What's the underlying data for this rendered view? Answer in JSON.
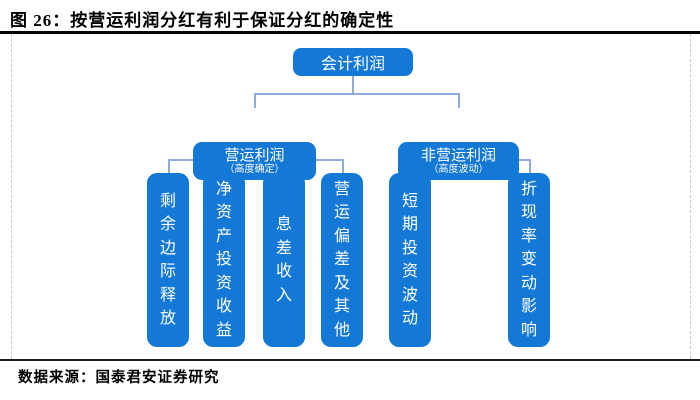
{
  "figure": {
    "title": "图 26：按营运利润分红有利于保证分红的确定性",
    "source": "数据来源：国泰君安证券研究"
  },
  "colors": {
    "node_fill": "#1378d6",
    "node_text": "#ffffff",
    "connector": "#8faadc",
    "title_text": "#000000",
    "rule": "#000000",
    "dashed_border": "#c9c9c9"
  },
  "tree": {
    "root": {
      "label": "会计利润"
    },
    "branches": [
      {
        "label": "营运利润",
        "note": "（高度确定）",
        "children": [
          "剩余边际释放",
          "净资产投资收益",
          "息差收入",
          "营运偏差及其他"
        ]
      },
      {
        "label": "非营运利润",
        "note": "（高度波动）",
        "children": [
          "短期投资波动",
          "折现率变动影响"
        ]
      }
    ]
  }
}
